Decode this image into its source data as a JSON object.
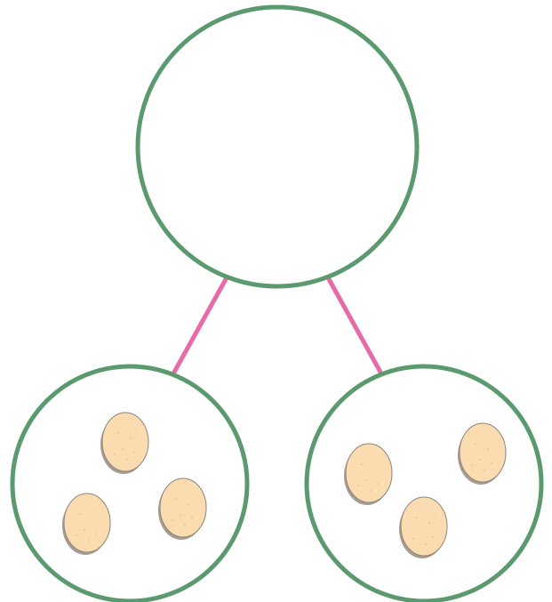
{
  "colors": {
    "circle_stroke": "#5a9a6e",
    "connector": "#e86aa8",
    "egg_fill": "#fbdcb0",
    "egg_shadow": "#a59d94",
    "egg_outline": "#8c847b",
    "egg_speckle": "#e8c79a",
    "background": "#ffffff"
  },
  "diagram": {
    "type": "number-bond",
    "whole": {
      "content": "empty",
      "egg_count": 0
    },
    "parts": [
      {
        "name": "left-part",
        "icon": "egg-icon",
        "egg_count": 3
      },
      {
        "name": "right-part",
        "icon": "egg-icon",
        "egg_count": 3
      }
    ]
  }
}
